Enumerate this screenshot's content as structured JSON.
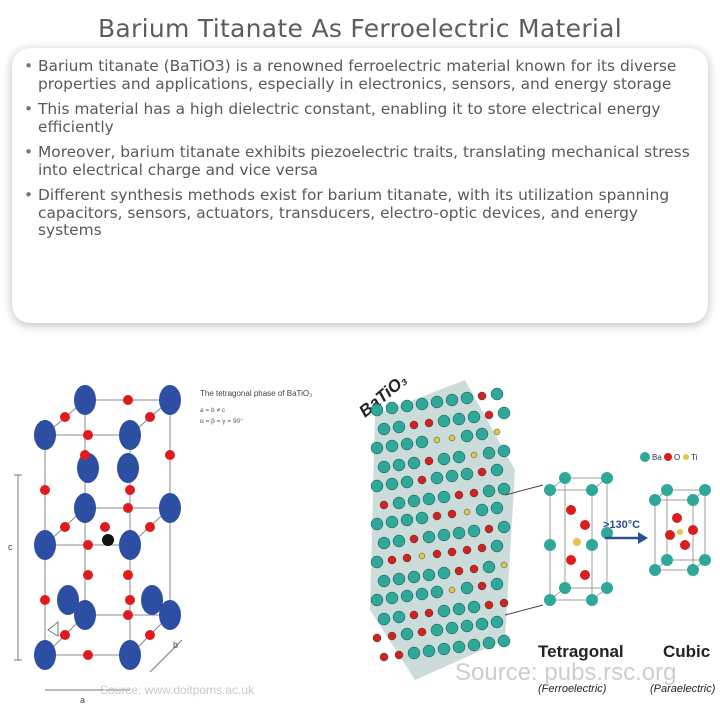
{
  "title": "Barium Titanate As Ferroelectric Material",
  "bullets": [
    "Barium titanate (BaTiO3) is a renowned ferroelectric material known for its diverse properties and applications, especially in electronics, sensors, and energy storage",
    "This material has a high dielectric constant, enabling it to store electrical energy efficiently",
    "Moreover, barium titanate exhibits piezoelectric traits, translating mechanical stress into electrical charge and vice versa",
    "Different synthesis methods exist for barium titanate, with its utilization spanning capacitors, sensors, actuators, transducers, electro-optic devices, and energy systems"
  ],
  "left_figure": {
    "caption": "The tetragonal phase of BaTiO₃",
    "eq1": "a = b ≠ c",
    "eq2": "α = β = γ = 90°",
    "axis_a": "a",
    "axis_b": "b",
    "axis_c": "c",
    "source": "Source: www.doitpoms.ac.uk",
    "colors": {
      "ba": "#2d4fa3",
      "o": "#e01b1b",
      "ti": "#111111"
    }
  },
  "right_figure": {
    "formula": "BaTiO₃",
    "legend": [
      "Ba",
      "O",
      "Ti"
    ],
    "transition": ">130°C",
    "tetragonal": "Tetragonal",
    "tetragonal_sub": "(Ferroelectric)",
    "cubic": "Cubic",
    "cubic_sub": "(Paraelectric)",
    "source": "Source: pubs.rsc.org",
    "colors": {
      "ba": "#2fa89a",
      "o": "#d91e1e",
      "ti": "#e8c34a"
    }
  }
}
